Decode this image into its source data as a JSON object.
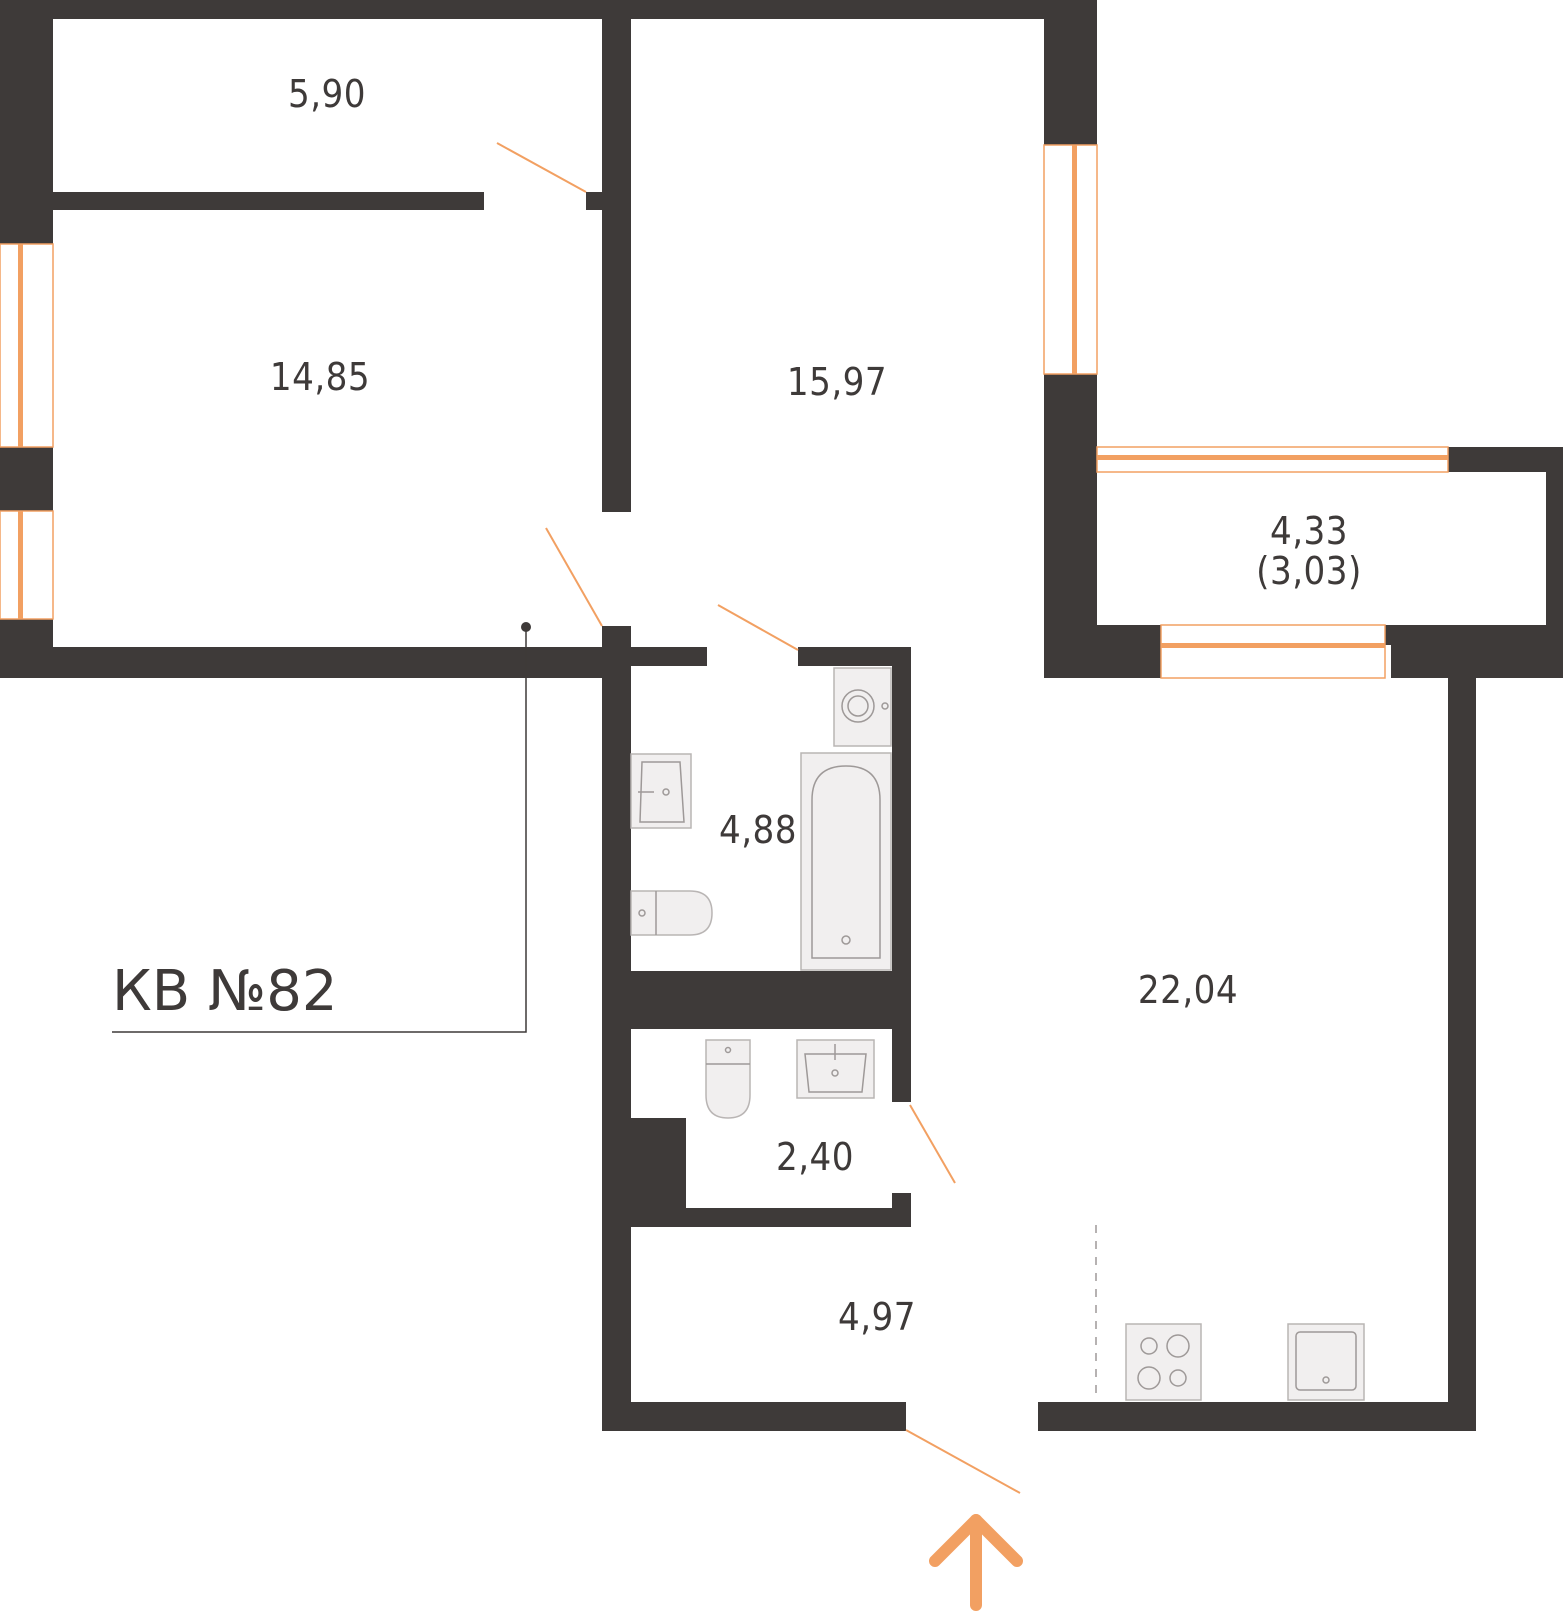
{
  "apartment": {
    "label": "КВ №82"
  },
  "rooms": [
    {
      "id": "storage-top",
      "area": "5,90"
    },
    {
      "id": "bedroom-left",
      "area": "14,85"
    },
    {
      "id": "bedroom-right",
      "area": "15,97"
    },
    {
      "id": "balcony",
      "area": "4,33",
      "area_reduced": "(3,03)"
    },
    {
      "id": "bathroom",
      "area": "4,88"
    },
    {
      "id": "kitchen-living",
      "area": "22,04"
    },
    {
      "id": "toilet",
      "area": "2,40"
    },
    {
      "id": "hallway",
      "area": "4,97"
    }
  ],
  "colors": {
    "wall": "#3e3a39",
    "accent": "#f2a062",
    "fixture": "#f1efef"
  },
  "icons": {
    "entry": "entry-arrow-icon"
  }
}
